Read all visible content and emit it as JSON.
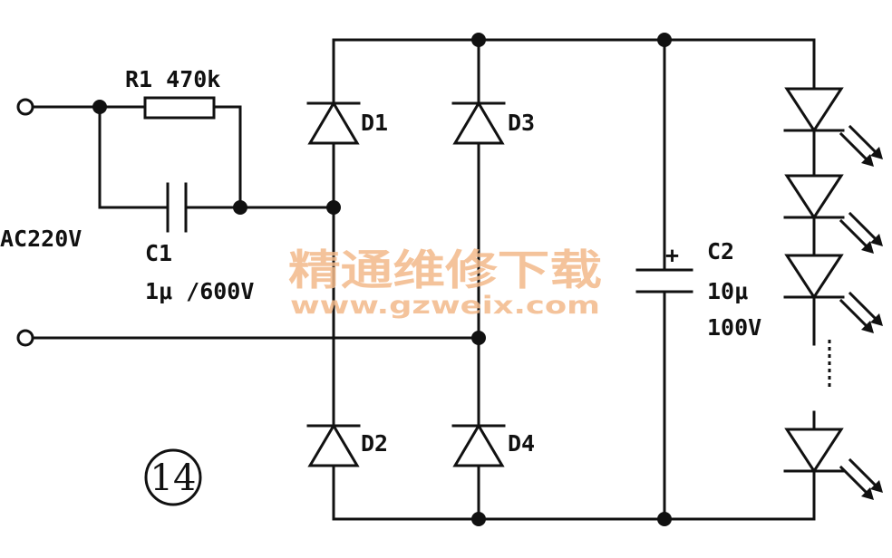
{
  "labels": {
    "r1": "R1 470k",
    "c1_name": "C1",
    "c1_value": "1μ /600V",
    "source": "AC220V",
    "d1": "D1",
    "d2": "D2",
    "d3": "D3",
    "d4": "D4",
    "c2_name": "C2",
    "c2_value": "10μ",
    "c2_voltage": "100V",
    "polarity": "+"
  },
  "watermark": {
    "title": "精通维修下载",
    "url": "www.gzweix.com"
  },
  "figure_number": "14",
  "colors": {
    "ink": "#111111",
    "watermark": "#f3b98a"
  }
}
